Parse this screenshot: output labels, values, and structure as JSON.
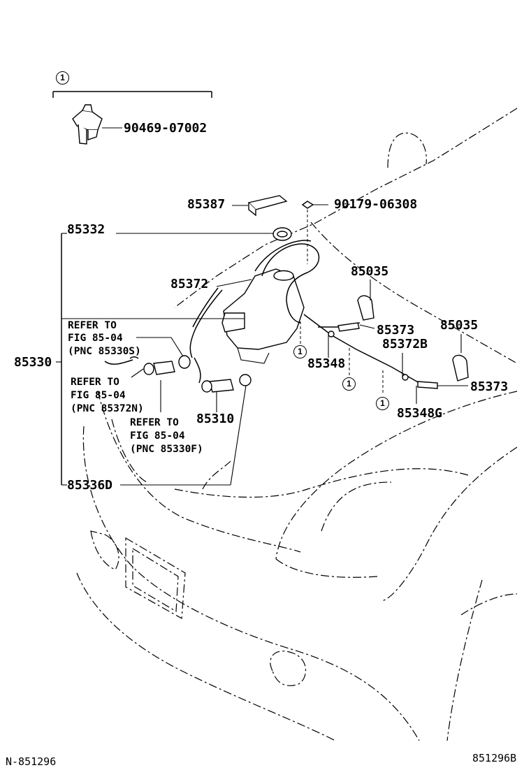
{
  "callout_symbol": "1",
  "clip": {
    "part_no": "90469-07002"
  },
  "labels": {
    "p85387": "85387",
    "p90179": "90179-06308",
    "p85332": "85332",
    "p85372": "85372",
    "p85035a": "85035",
    "p85035b": "85035",
    "p85373a": "85373",
    "p85373b": "85373",
    "p85372B": "85372B",
    "p85348": "85348",
    "p85348G": "85348G",
    "p85330": "85330",
    "p85310": "85310",
    "p85336D": "85336D"
  },
  "refer_notes": [
    {
      "line1": "REFER TO",
      "line2": "FIG 85-04",
      "line3": "(PNC 85330S)"
    },
    {
      "line1": "REFER TO",
      "line2": "FIG 85-04",
      "line3": "(PNC 85372N)"
    },
    {
      "line1": "REFER TO",
      "line2": "FIG 85-04",
      "line3": "(PNC 85330F)"
    }
  ],
  "footer": {
    "left_code": "N-851296",
    "right_code": "851296B"
  }
}
